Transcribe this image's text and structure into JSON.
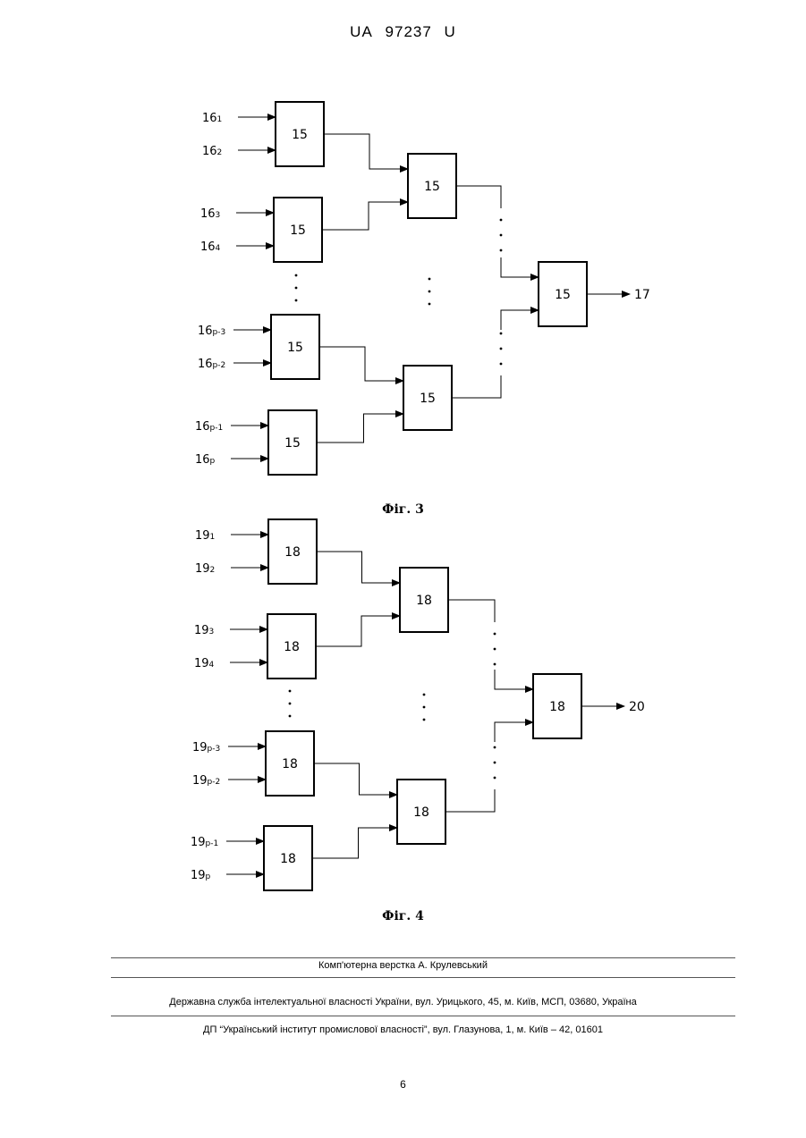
{
  "header": {
    "country": "UA",
    "number": "97237",
    "kind": "U"
  },
  "fig3": {
    "caption": "Фіг. 3",
    "block_label": "15",
    "inputs": [
      {
        "base": "16",
        "sub": "1"
      },
      {
        "base": "16",
        "sub": "2"
      },
      {
        "base": "16",
        "sub": "3"
      },
      {
        "base": "16",
        "sub": "4"
      },
      {
        "base": "16",
        "sub": "р-3"
      },
      {
        "base": "16",
        "sub": "р-2"
      },
      {
        "base": "16",
        "sub": "р-1"
      },
      {
        "base": "16",
        "sub": "р"
      }
    ],
    "output": "17"
  },
  "fig4": {
    "caption": "Фіг. 4",
    "block_label": "18",
    "inputs": [
      {
        "base": "19",
        "sub": "1"
      },
      {
        "base": "19",
        "sub": "2"
      },
      {
        "base": "19",
        "sub": "3"
      },
      {
        "base": "19",
        "sub": "4"
      },
      {
        "base": "19",
        "sub": "р-3"
      },
      {
        "base": "19",
        "sub": "р-2"
      },
      {
        "base": "19",
        "sub": "р-1"
      },
      {
        "base": "19",
        "sub": "р"
      }
    ],
    "output": "20"
  },
  "footer": {
    "typesetting": "Комп'ютерна верстка А. Крулевський",
    "agency": "Державна служба інтелектуальної власності України, вул. Урицького, 45, м. Київ, МСП, 03680, Україна",
    "institute": "ДП “Український інститут промислової власності”, вул. Глазунова, 1, м. Київ – 42, 01601"
  },
  "page_number": "6"
}
